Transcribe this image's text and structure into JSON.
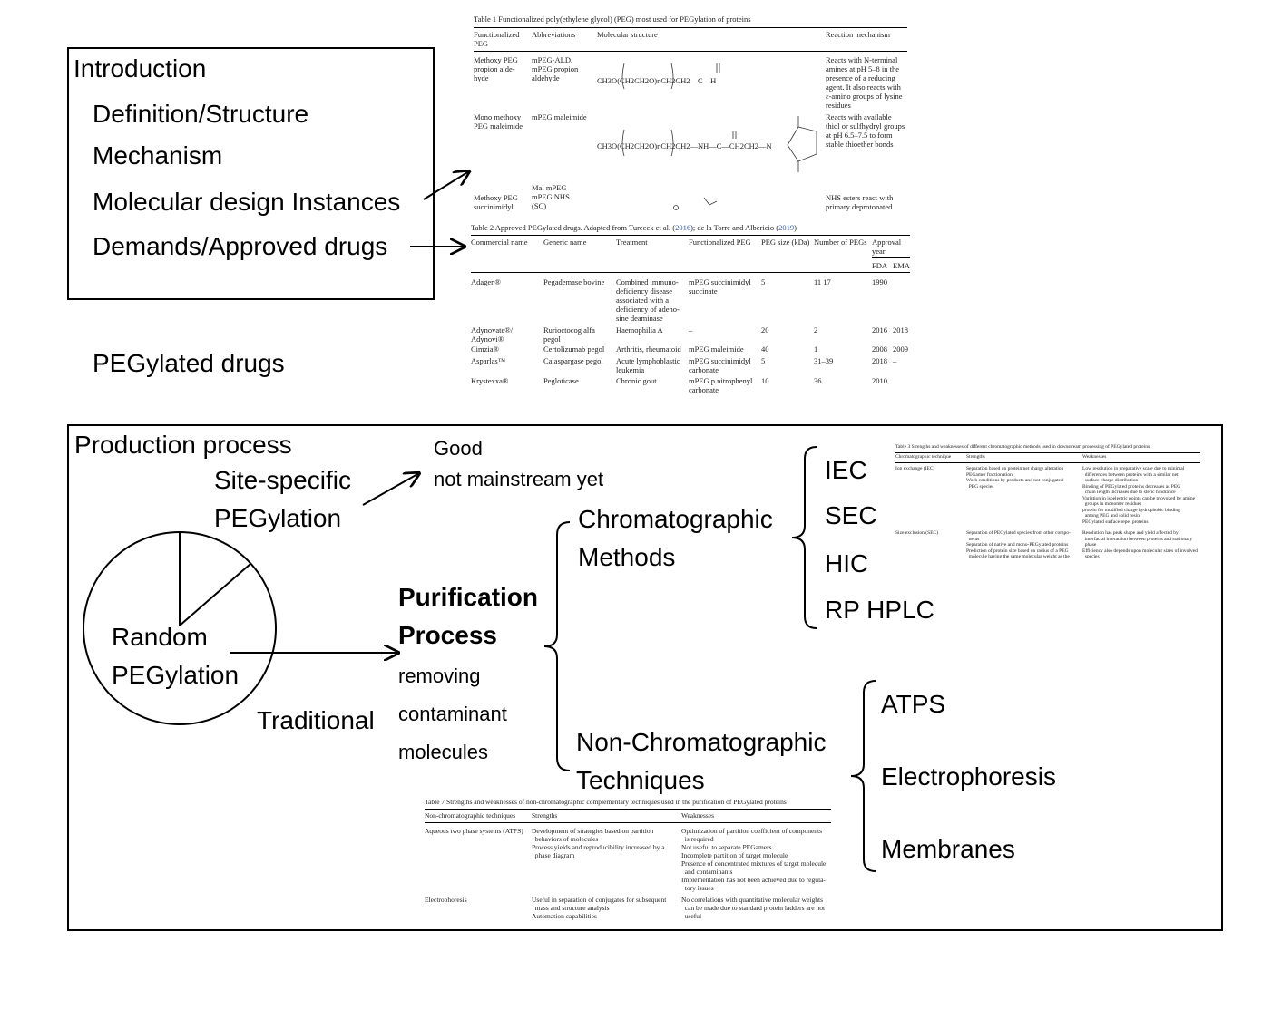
{
  "intro": {
    "title": "Introduction",
    "items": [
      "Definition/Structure",
      "Mechanism",
      "Molecular design Instances",
      "Demands/Approved drugs"
    ]
  },
  "pegylated_drugs_label": "PEGylated drugs",
  "table1": {
    "caption": "Table 1  Functionalized poly(ethylene glycol) (PEG) most used for PEGylation of proteins",
    "headers": [
      "Functionalized PEG",
      "Abbreviations",
      "Molecular structure",
      "Reaction mechanism"
    ],
    "rows": [
      {
        "peg": "Methoxy PEG propion alde-hyde",
        "abbr": "mPEG-ALD, mPEG propion aldehyde",
        "mech": "Reacts with N-terminal amines at pH 5–8 in the presence of a reducing agent. It also reacts with ε-amino groups of lysine residues"
      },
      {
        "peg": "Mono methoxy PEG maleimide",
        "abbr": "mPEG maleimide",
        "mech": "Reacts with available thiol or sulfhydryl groups at pH 6.5–7.5 to form stable thioether bonds"
      },
      {
        "peg": "Methoxy PEG succinimidyl",
        "abbr": "Mal mPEG mPEG NHS (SC)",
        "mech": "NHS esters react with primary deprotonated"
      }
    ],
    "structures": [
      "CH3O(CH2CH2O)nCH2CH2—C—H",
      "CH3O(CH2CH2O)nCH2CH2—NH—C—CH2CH2—N"
    ]
  },
  "table2": {
    "caption_prefix": "Table 2  Approved PEGylated drugs. Adapted from Turecek et al. (",
    "caption_ref1": "2016",
    "caption_mid": "); de la Torre and Albericio (",
    "caption_ref2": "2019",
    "caption_suffix": ")",
    "headers": [
      "Commercial name",
      "Generic name",
      "Treatment",
      "Functionalized PEG",
      "PEG size (kDa)",
      "Number of PEGs",
      "Approval year"
    ],
    "subheaders": [
      "FDA",
      "EMA"
    ],
    "rows": [
      {
        "name": "Adagen®",
        "generic": "Pegademase bovine",
        "treatment": "Combined immuno-deficiency disease associated with a deficiency of adeno-sine deaminase",
        "peg": "mPEG succinimidyl succinate",
        "size": "5",
        "num": "11 17",
        "fda": "1990",
        "ema": ""
      },
      {
        "name": "Adynovate®/ Adynovi®",
        "generic": "Rurioctocog alfa pegol",
        "treatment": "Haemophilia A",
        "peg": "–",
        "size": "20",
        "num": "2",
        "fda": "2016",
        "ema": "2018"
      },
      {
        "name": "Cimzia®",
        "generic": "Certolizumab pegol",
        "treatment": "Arthritis, rheumatoid",
        "peg": "mPEG maleimide",
        "size": "40",
        "num": "1",
        "fda": "2008",
        "ema": "2009"
      },
      {
        "name": "Asparlas™",
        "generic": "Calaspargase pegol",
        "treatment": "Acute lymphoblastic leukemia",
        "peg": "mPEG succinimidyl carbonate",
        "size": "5",
        "num": "31–39",
        "fda": "2018",
        "ema": "–"
      },
      {
        "name": "Krystexxa®",
        "generic": "Pegloticase",
        "treatment": "Chronic gout",
        "peg": "mPEG p nitrophenyl carbonate",
        "size": "10",
        "num": "36",
        "fda": "2010",
        "ema": ""
      }
    ]
  },
  "production": {
    "title": "Production process",
    "site_specific": [
      "Site-specific",
      "PEGylation"
    ],
    "good_text": [
      "Good",
      "not mainstream yet"
    ],
    "random": [
      "Random",
      "PEGylation"
    ],
    "traditional": "Traditional",
    "purification": [
      "Purification",
      "Process"
    ],
    "purification_sub": [
      "removing",
      "contaminant",
      "molecules"
    ],
    "chromatographic": [
      "Chromatographic",
      "Methods"
    ],
    "chrom_methods": [
      "IEC",
      "SEC",
      "HIC",
      "RP HPLC"
    ],
    "non_chromatographic": [
      "Non-Chromatographic",
      "Techniques"
    ],
    "non_chrom_methods": [
      "ATPS",
      "Electrophoresis",
      "Membranes"
    ]
  },
  "table3": {
    "caption": "Table 3  Strengths and weaknesses of different chromatographic methods used in downstream processing of PEGylated proteins",
    "headers": [
      "Chromatographic technique",
      "Strengths",
      "Weaknesses"
    ],
    "rows": [
      {
        "tech": "Ion exchange (IEC)",
        "strengths": "Separation based on protein net charge alteration\nPEGamer fractionation\nWork conditions by products and not conjugated\n  PEG species",
        "weaknesses": "Low resolution in preparative scale due to minimal\n  differences between proteins with a similar net\n  surface charge distribution\nBinding of PEGylated proteins decreases as PEG\n  chain length increases due to steric hindrance\nVariation in isoelectric points can be provoked by amine\n  groups in monomer residues\nprotein for modified charge hydrophobic binding\n  among PEG and solid resin\nPEGylated surface repel proteins"
      },
      {
        "tech": "Size exclusion (SEC)",
        "strengths": "Separation of PEGylated species from other compo-\n  nents\nSeparation of native and mono-PEGylated proteins\nPrediction of protein size based on radius of a PEG\n  molecule having the same molecular weight as the",
        "weaknesses": "Resolution has peak shape and yield affected by\n  interfacial interaction between proteins and stationary\n  phase\nEfficiency also depends upon molecular sizes of involved\n  species"
      }
    ]
  },
  "table7": {
    "caption": "Table 7  Strengths and weaknesses of non-chromatographic complementary techniques used in the purification of PEGylated proteins",
    "headers": [
      "Non-chromatographic techniques",
      "Strengths",
      "Weaknesses"
    ],
    "rows": [
      {
        "tech": "Aqueous two phase systems (ATPS)",
        "strengths": "Development of strategies based on partition\n  behaviors of molecules\nProcess yields and reproducibility increased by a\n  phase diagram",
        "weaknesses": "Optimization of partition coefficient of components\n  is required\nNot useful to separate PEGamers\nIncomplete partition of target molecule\nPresence of concentrated mixtures of target molecule\n  and contaminants\nImplementation has not been achieved due to regula-\n  tory issues"
      },
      {
        "tech": "Electrophoresis",
        "strengths": "Useful in separation of conjugates for subsequent\n  mass and structure analysis\nAutomation capabilities",
        "weaknesses": "No correlations with quantitative molecular weights\n  can be made due to standard protein ladders are not\n  useful"
      }
    ]
  }
}
